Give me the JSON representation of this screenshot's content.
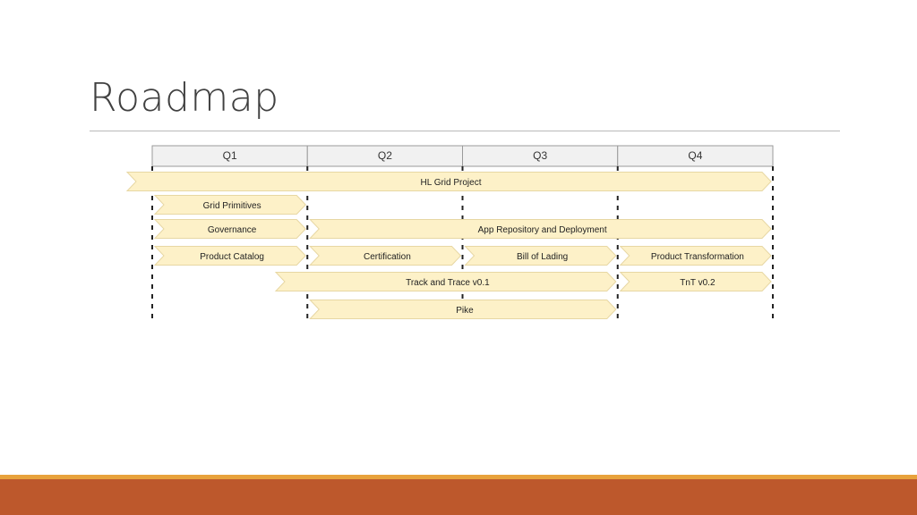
{
  "slide": {
    "title": "Roadmap"
  },
  "roadmap": {
    "quarters": [
      "Q1",
      "Q2",
      "Q3",
      "Q4"
    ],
    "colors": {
      "bar_fill": "#fdf1c8",
      "bar_stroke": "#e7d7a3",
      "header_fill": "#f1f1f1",
      "footer": "#bd582c",
      "footer_line": "#e8a23c"
    },
    "rows": [
      [
        {
          "label": "HL Grid Project",
          "start": 0,
          "end": 4
        }
      ],
      [
        {
          "label": "Grid Primitives",
          "start": 0,
          "end": 1
        }
      ],
      [
        {
          "label": "Governance",
          "start": 0,
          "end": 1
        },
        {
          "label": "App Repository and Deployment",
          "start": 1,
          "end": 4
        }
      ],
      [
        {
          "label": "Product Catalog",
          "start": 0,
          "end": 1
        },
        {
          "label": "Certification",
          "start": 1,
          "end": 2
        },
        {
          "label": "Bill of Lading",
          "start": 2,
          "end": 3
        },
        {
          "label": "Product Transformation",
          "start": 3,
          "end": 4
        }
      ],
      [
        {
          "label": "Track and Trace v0.1",
          "start": 0.8,
          "end": 3
        },
        {
          "label": "TnT v0.2",
          "start": 3,
          "end": 4
        }
      ],
      [
        {
          "label": "Pike",
          "start": 1,
          "end": 3
        }
      ]
    ]
  }
}
